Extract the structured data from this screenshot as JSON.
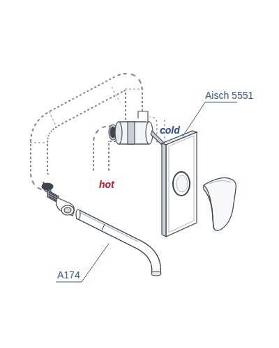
{
  "diagram": {
    "labels": [
      "Aisch 5551",
      "cold",
      "hot",
      "A174"
    ]
  }
}
